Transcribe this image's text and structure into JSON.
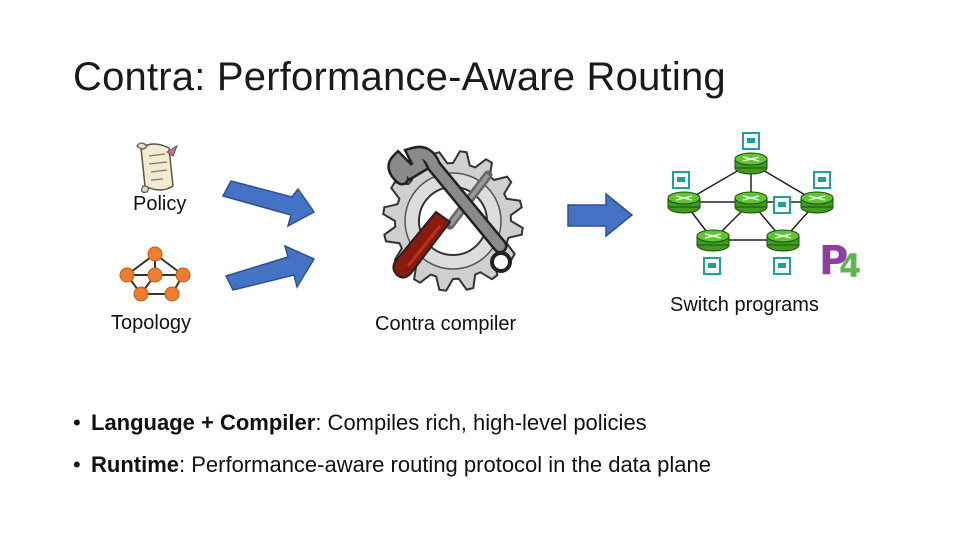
{
  "slide": {
    "title": "Contra: Performance-Aware Routing"
  },
  "inputs": {
    "policy_label": "Policy",
    "topology_label": "Topology"
  },
  "compiler": {
    "label": "Contra compiler"
  },
  "output": {
    "label": "Switch programs",
    "logo_text": "P4"
  },
  "bullets": [
    {
      "term": "Language + Compiler",
      "text": ": Compiles rich, high-level policies"
    },
    {
      "term": "Runtime",
      "text": ": Performance-aware routing protocol in the data plane"
    }
  ],
  "colors": {
    "arrow_fill": "#4472c4",
    "arrow_stroke": "#2f528f",
    "topology_node": "#ed7d31",
    "switch_green": "#5cc82e",
    "host_teal": "#1aa39a",
    "wrench_red": "#8b1a0e",
    "gear_gray": "#cfcfcf",
    "p4_purple": "#8e3ea1",
    "p4_green": "#58b848"
  }
}
